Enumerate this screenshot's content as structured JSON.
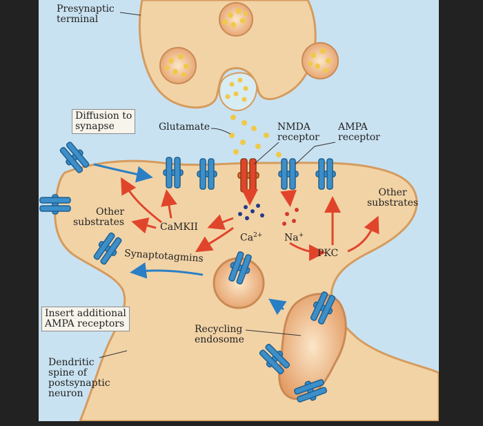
{
  "labels": {
    "presynaptic": "Presynaptic\nterminal",
    "diffusion": "Diffusion to\nsynapse",
    "glutamate": "Glutamate",
    "nmda": "NMDA\nreceptor",
    "ampa": "AMPA\nreceptor",
    "other_left": "Other\nsubstrates",
    "camkii": "CaMKII",
    "ca": "Ca",
    "ca_charge": "2+",
    "na": "Na",
    "na_charge": "+",
    "other_right": "Other\nsubstrates",
    "pkc": "PKC",
    "synaptotagmins": "Synaptotagmins",
    "insert_ampa": "Insert additional\nAMPA receptors",
    "recycling": "Recycling\nendosome",
    "dendritic": "Dendritic\nspine of\npostsynaptic\nneuron"
  },
  "colors": {
    "background": "#c9e2f1",
    "membrane_fill": "#f2d3a6",
    "membrane_stroke": "#d59b5d",
    "receptor": "#3c8fc9",
    "arrow_red": "#e0452b",
    "arrow_blue": "#2a7fc4",
    "vesicle_dot": "#f0c94a"
  }
}
